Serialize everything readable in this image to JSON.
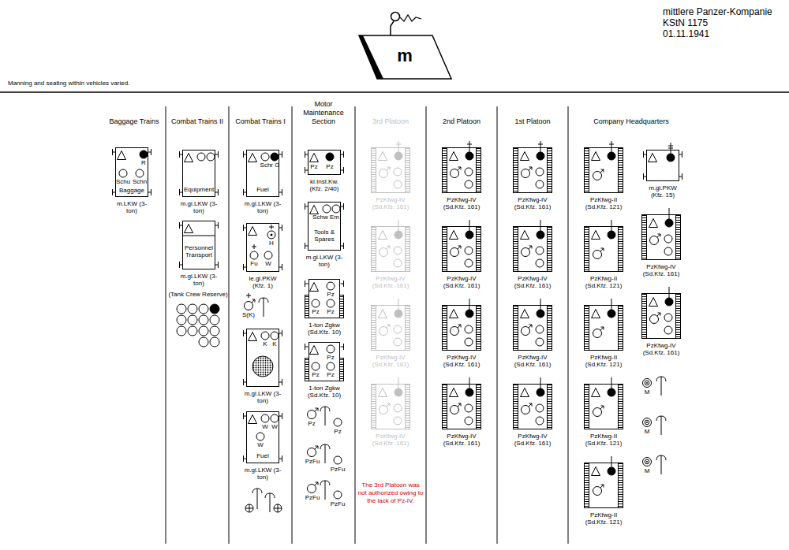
{
  "diagram": {
    "title": "mittlere Panzer-Kompanie",
    "nodes": [
      {
        "text": [
          "m"
        ]
      },
      {
        "text": [
          "R",
          "Schu",
          "Schn",
          "Baggage",
          "m.LKW (3-ton)"
        ]
      },
      {
        "text": [
          "Equipment",
          "m.gl.LKW (3-ton)"
        ]
      },
      {
        "text": [
          "Personnel Transport",
          "m.gl.LKW (3-ton)"
        ]
      },
      {
        "text": [
          "Schr G",
          "Fuel",
          "m.gl.LKW (3-ton)"
        ]
      },
      {
        "text": [
          "H",
          "Fu",
          "W",
          "le.gl.PKW (Kfz. 1)"
        ]
      },
      {
        "text": [
          "S(K)"
        ]
      },
      {
        "text": [
          "K",
          "K",
          "m.gl.LKW (3-ton)"
        ]
      },
      {
        "text": [
          "W",
          "W",
          "W",
          "Fuel",
          "m.gl.LKW (3-ton)"
        ]
      },
      {
        "text": [
          "Pz",
          "Pz",
          "kl.Inst.Kw. (Kfz. 2/40)"
        ]
      },
      {
        "text": [
          "Schw Em",
          "Tools & Spares",
          "m.gl.LKW (3-ton)"
        ]
      },
      {
        "text": [
          "Pz",
          "Pz",
          "Pz",
          "1-ton Zgkw (Sd.Kfz. 10)"
        ]
      },
      {
        "text": [
          "Pz",
          "Pz",
          "Pz",
          "1-ton Zgkw (Sd.Kfz. 10)"
        ]
      },
      {
        "text": [
          "Pz"
        ]
      },
      {
        "text": [
          "Pz"
        ]
      },
      {
        "text": [
          "PzFu"
        ]
      },
      {
        "text": [
          "PzFu"
        ]
      },
      {
        "text": [
          "PzFu"
        ]
      },
      {
        "text": [
          "PzFu"
        ]
      },
      {
        "text": [
          "PzKfwg-IV (Sd.Kfz. 161)"
        ]
      },
      {
        "text": [
          "PzKfwg-IV (Sd.Kfz. 161)"
        ]
      },
      {
        "text": [
          "PzKfwg-IV (Sd.Kfz. 161)"
        ]
      },
      {
        "text": [
          "PzKfwg-IV (Sd.Kfz. 161)"
        ]
      },
      {
        "text": [
          "PzKfwg-IV (Sd.Kfz. 161)"
        ]
      },
      {
        "text": [
          "PzKfwg-IV (Sd.Kfz. 161)"
        ]
      },
      {
        "text": [
          "PzKfwg-IV (Sd.Kfz. 161)"
        ]
      },
      {
        "text": [
          "PzKfwg-IV (Sd.Kfz. 161)"
        ]
      },
      {
        "text": [
          "PzKfwg-IV (Sd.Kfz. 161)"
        ]
      },
      {
        "text": [
          "PzKfwg-IV (Sd.Kfz. 161)"
        ]
      },
      {
        "text": [
          "PzKfwg-IV (Sd.Kfz. 161)"
        ]
      },
      {
        "text": [
          "PzKfwg-IV (Sd.Kfz. 161)"
        ]
      },
      {
        "text": [
          "PzKfwg-II (Sd.Kfz. 121)"
        ]
      },
      {
        "text": [
          "PzKfwg-II (Sd.Kfz. 121)"
        ]
      },
      {
        "text": [
          "PzKfwg-II (Sd.Kfz. 121)"
        ]
      },
      {
        "text": [
          "PzKfwg-II (Sd.Kfz. 121)"
        ]
      },
      {
        "text": [
          "PzKfwg-II (Sd.Kfz. 121)"
        ]
      },
      {
        "text": [
          "m.gl.PKW (Kfz. 15)"
        ]
      },
      {
        "text": [
          "PzKfwg-IV (Sd.Kfz. 161)"
        ]
      },
      {
        "text": [
          "PzKfwg-IV (Sd.Kfz. 161)"
        ]
      },
      {
        "text": [
          "M"
        ]
      },
      {
        "text": [
          "M"
        ]
      },
      {
        "text": [
          "M"
        ]
      }
    ],
    "labels": [
      "Manning and seating within vehicles varied.",
      "KStN 1175",
      "01.11.1941",
      "Baggage Trains",
      "Combat Trains II",
      "Combat Trains I",
      "Motor Maintenance Section",
      "3rd Platoon",
      "2nd Platoon",
      "1st Platoon",
      "Company Headquarters",
      "(Tank Crew Reserve)",
      "The 3rd Platoon was not authorized owing to the lack of Pz-IV."
    ]
  }
}
